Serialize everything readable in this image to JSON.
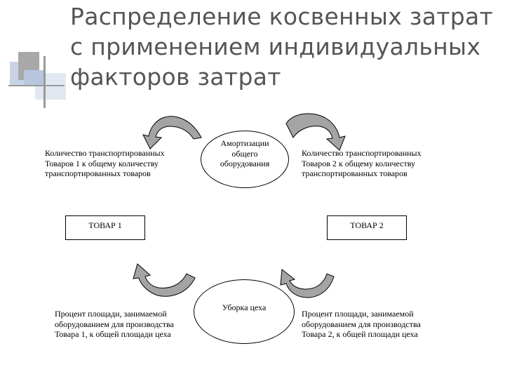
{
  "slide": {
    "title": "Распределение косвенных затрат с применением индивидуальных факторов затрат"
  },
  "diagram": {
    "top_left_text": "Количество транспортированных Товаров 1 к общему количеству транспортированных товаров",
    "top_center_ellipse": "Амортизации общего оборудования",
    "top_right_text": "Количество транспортированных Товаров 2 к общему количеству транспортированных товаров",
    "product1_box": "ТОВАР 1",
    "product2_box": "ТОВАР 2",
    "bottom_center_ellipse": "Уборка цеха",
    "bottom_left_text": "Процент площади, занимаемой оборудованием для производства Товара 1, к общей площади цеха",
    "bottom_right_text": "Процент площади, занимаемой оборудованием для производства Товара 2, к общей площади цеха"
  },
  "colors": {
    "title": "#555555",
    "arrow_fill": "#a0a0a0",
    "deco_dark": "#9a9a9a",
    "deco_light": "#c8d4e6"
  }
}
